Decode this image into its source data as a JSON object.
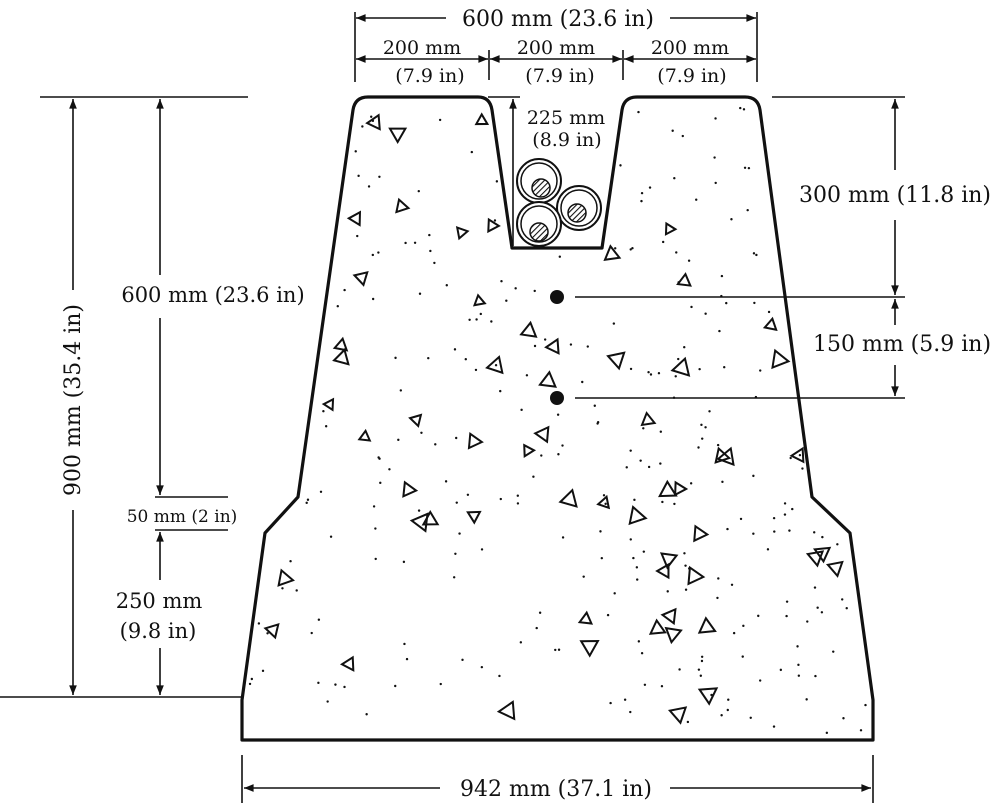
{
  "top": {
    "overall": "600 mm (23.6 in)",
    "segments": [
      {
        "mm": "200 mm",
        "in": "(7.9 in)"
      },
      {
        "mm": "200 mm",
        "in": "(7.9 in)"
      },
      {
        "mm": "200 mm",
        "in": "(7.9 in)"
      }
    ],
    "trench_depth_mm": "225 mm",
    "trench_depth_in": "(8.9 in)"
  },
  "left": {
    "total": "900 mm (35.4 in)",
    "upper": "600 mm (23.6 in)",
    "step": "50 mm (2 in)",
    "lower_mm": "250 mm",
    "lower_in": "(9.8 in)"
  },
  "right": {
    "upper": "300 mm (11.8 in)",
    "spacing": "150 mm (5.9 in)"
  },
  "bottom": {
    "width": "942 mm (37.1 in)"
  }
}
